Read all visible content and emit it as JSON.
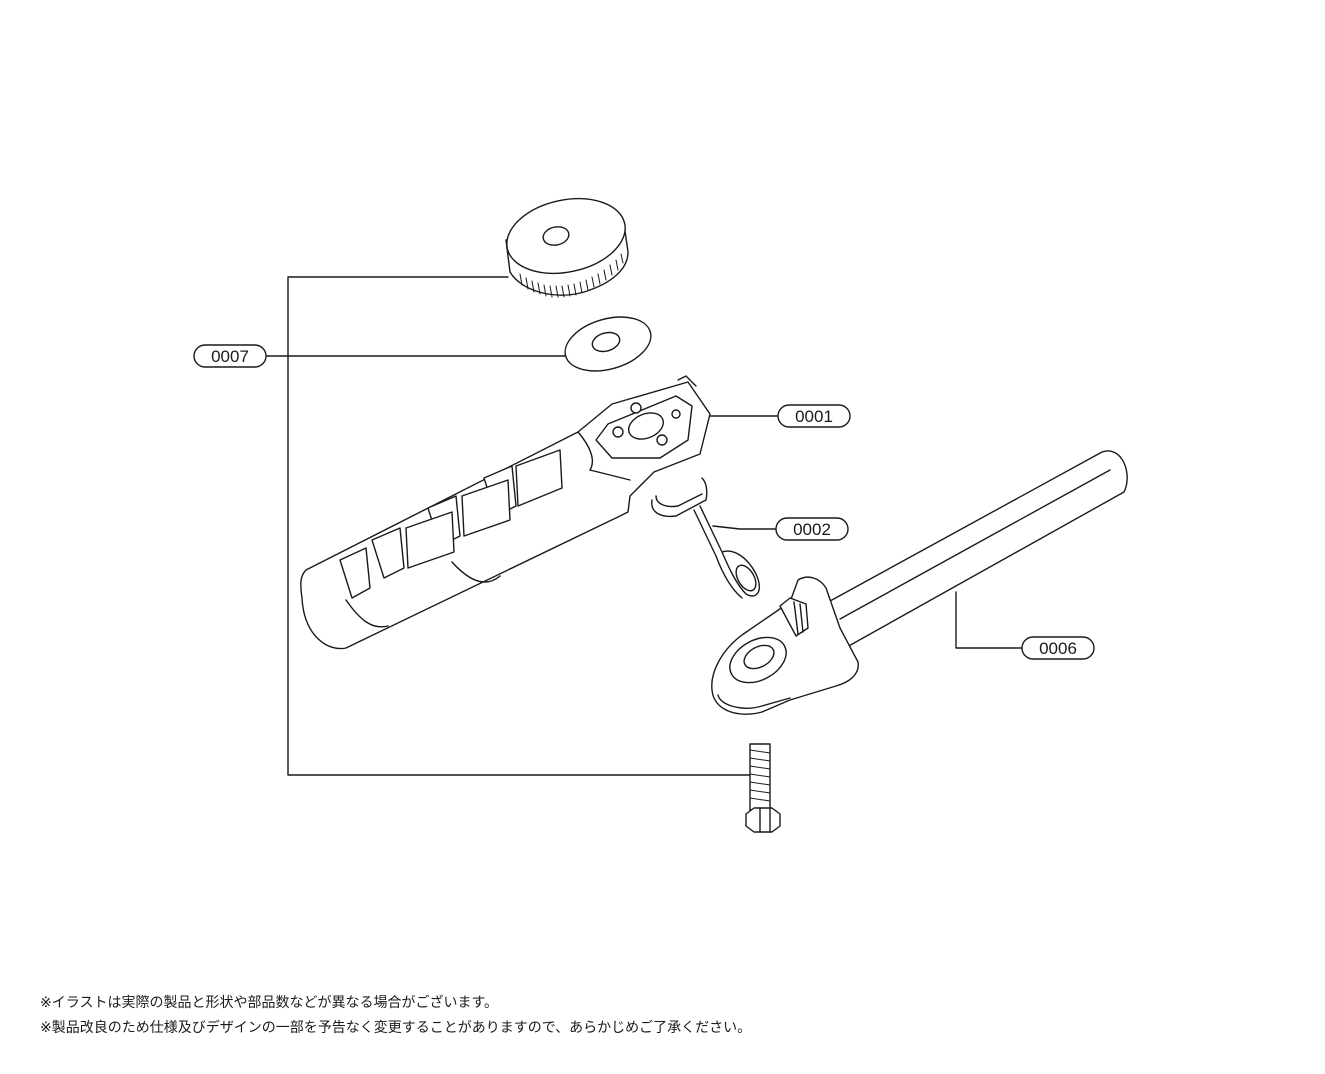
{
  "part_labels": {
    "p0007": "0007",
    "p0001": "0001",
    "p0002": "0002",
    "p0006": "0006"
  },
  "notes": [
    "※イラストは実際の製品と形状や部品数などが異なる場合がございます。",
    "※製品改良のため仕様及びデザインの一部を予告なく変更することがありますので、あらかじめご了承ください。"
  ],
  "colors": {
    "line": "#1a1a1a",
    "background": "#ffffff"
  }
}
